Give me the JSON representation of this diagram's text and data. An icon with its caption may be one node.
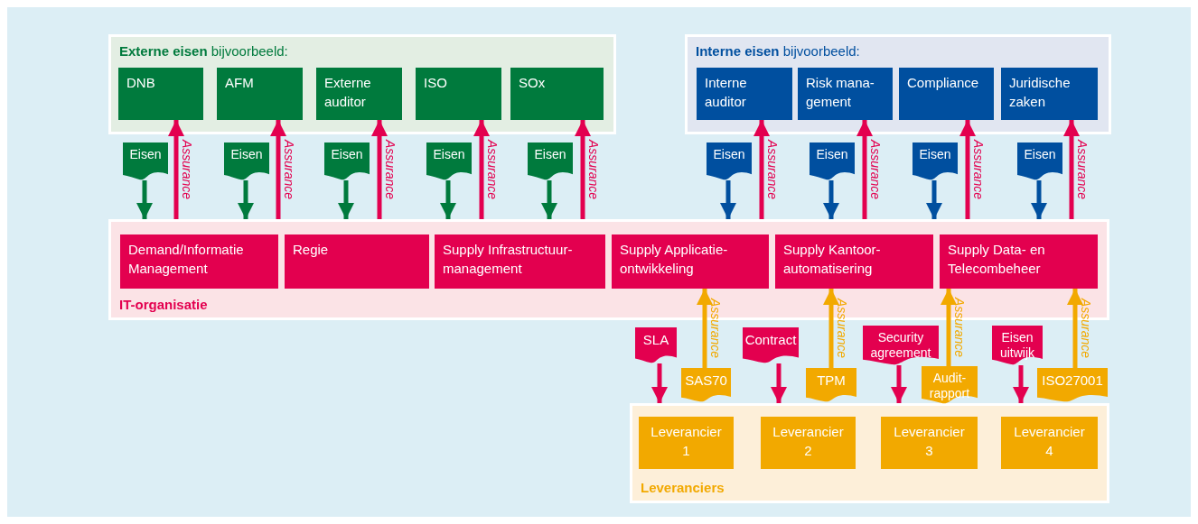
{
  "diagram": {
    "nodes": [
      {
        "text": [
          "**Externe eisen** bijvoorbeeld:"
        ]
      },
      {
        "text": [
          "DNB"
        ],
        "in": 0
      },
      {
        "text": [
          "AFM"
        ],
        "in": 0
      },
      {
        "text": [
          "Externe auditor"
        ],
        "in": 0
      },
      {
        "text": [
          "ISO"
        ],
        "in": 0
      },
      {
        "text": [
          "SOx"
        ],
        "in": 0
      },
      {
        "text": [
          "**Interne eisen** bijvoorbeeld:"
        ]
      },
      {
        "text": [
          "Interne auditor"
        ],
        "in": 6
      },
      {
        "text": [
          "Risk mana- gement"
        ],
        "in": 6
      },
      {
        "text": [
          "Compliance"
        ],
        "in": 6
      },
      {
        "text": [
          "Juridische zaken"
        ],
        "in": 6
      },
      {
        "text": [
          "Eisen"
        ]
      },
      {
        "text": [
          "Eisen"
        ]
      },
      {
        "text": [
          "Eisen"
        ]
      },
      {
        "text": [
          "Eisen"
        ]
      },
      {
        "text": [
          "Eisen"
        ]
      },
      {
        "text": [
          "Eisen"
        ]
      },
      {
        "text": [
          "Eisen"
        ]
      },
      {
        "text": [
          "Eisen"
        ]
      },
      {
        "text": [
          "Eisen"
        ]
      },
      {
        "text": [
          "IT-organisatie"
        ]
      },
      {
        "text": [
          "Demand/Informatie Management"
        ],
        "in": 20
      },
      {
        "text": [
          "Regie"
        ],
        "in": 20
      },
      {
        "text": [
          "Supply Infrastructuur- management"
        ],
        "in": 20
      },
      {
        "text": [
          "Supply Applicatie- ontwikkeling"
        ],
        "in": 20
      },
      {
        "text": [
          "Supply Kantoor- automatisering"
        ],
        "in": 20
      },
      {
        "text": [
          "Supply Data- en Telecombeheer"
        ],
        "in": 20
      },
      {
        "text": [
          "SLA"
        ]
      },
      {
        "text": [
          "Contract"
        ]
      },
      {
        "text": [
          "Security agreement"
        ]
      },
      {
        "text": [
          "Eisen uitwijk"
        ]
      },
      {
        "text": [
          "SAS70"
        ]
      },
      {
        "text": [
          "TPM"
        ]
      },
      {
        "text": [
          "Audit- rapport"
        ]
      },
      {
        "text": [
          "ISO27001"
        ]
      },
      {
        "text": [
          "Leveranciers"
        ]
      },
      {
        "text": [
          "Leverancier 1"
        ],
        "in": 35
      },
      {
        "text": [
          "Leverancier 2"
        ],
        "in": 35
      },
      {
        "text": [
          "Leverancier 3"
        ],
        "in": 35
      },
      {
        "text": [
          "Leverancier 4"
        ],
        "in": 35
      }
    ],
    "edges": [
      {
        "from": 11,
        "to": 20,
        "arrow": "to",
        "color": "#007a3d"
      },
      {
        "from": 20,
        "to": 1,
        "arrow": "to",
        "label": "Assurance"
      },
      {
        "from": 12,
        "to": 20,
        "arrow": "to",
        "color": "#007a3d"
      },
      {
        "from": 20,
        "to": 2,
        "arrow": "to",
        "label": "Assurance"
      },
      {
        "from": 13,
        "to": 20,
        "arrow": "to",
        "color": "#007a3d"
      },
      {
        "from": 20,
        "to": 3,
        "arrow": "to",
        "label": "Assurance"
      },
      {
        "from": 14,
        "to": 20,
        "arrow": "to",
        "color": "#007a3d"
      },
      {
        "from": 20,
        "to": 4,
        "arrow": "to",
        "label": "Assurance"
      },
      {
        "from": 15,
        "to": 20,
        "arrow": "to",
        "color": "#007a3d"
      },
      {
        "from": 20,
        "to": 5,
        "arrow": "to",
        "label": "Assurance"
      },
      {
        "from": 16,
        "to": 20,
        "arrow": "to",
        "color": "#004f9f"
      },
      {
        "from": 20,
        "to": 7,
        "arrow": "to",
        "label": "Assurance"
      },
      {
        "from": 17,
        "to": 20,
        "arrow": "to",
        "color": "#004f9f"
      },
      {
        "from": 20,
        "to": 8,
        "arrow": "to",
        "label": "Assurance"
      },
      {
        "from": 18,
        "to": 20,
        "arrow": "to",
        "color": "#004f9f"
      },
      {
        "from": 20,
        "to": 9,
        "arrow": "to",
        "label": "Assurance"
      },
      {
        "from": 19,
        "to": 20,
        "arrow": "to",
        "color": "#004f9f"
      },
      {
        "from": 20,
        "to": 10,
        "arrow": "to",
        "label": "Assurance"
      },
      {
        "from": 27,
        "to": 35,
        "arrow": "to"
      },
      {
        "from": 31,
        "to": 24,
        "arrow": "to",
        "label": "Assurance",
        "color": "#f2a900"
      },
      {
        "from": 28,
        "to": 35,
        "arrow": "to"
      },
      {
        "from": 32,
        "to": 25,
        "arrow": "to",
        "label": "Assurance",
        "color": "#f2a900"
      },
      {
        "from": 29,
        "to": 35,
        "arrow": "to"
      },
      {
        "from": 33,
        "to": 26,
        "arrow": "to",
        "label": "Assurance",
        "color": "#f2a900"
      },
      {
        "from": 30,
        "to": 35,
        "arrow": "to"
      },
      {
        "from": 34,
        "to": 26,
        "arrow": "to",
        "label": "Assurance",
        "color": "#f2a900"
      }
    ]
  }
}
